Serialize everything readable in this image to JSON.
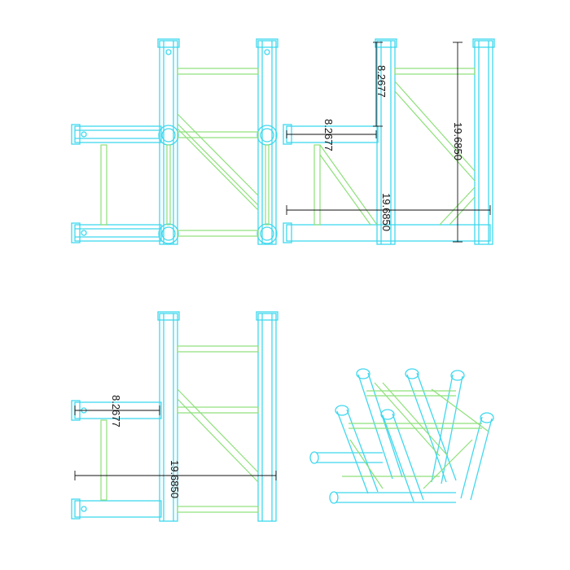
{
  "drawing": {
    "views": [
      "top-view",
      "front-view",
      "side-view",
      "isometric-view"
    ],
    "dimensions": {
      "short_leg_front": "8.2677",
      "short_leg_front_horizontal": "8.2677",
      "long_leg_front_vertical": "19.6850",
      "long_leg_front_horizontal": "19.6850",
      "short_leg_side": "8.2677",
      "long_leg_side": "19.6850"
    },
    "colors": {
      "main_chords": "#3fd8ee",
      "braces": "#8ee07a",
      "dimension_lines": "#111111"
    }
  }
}
